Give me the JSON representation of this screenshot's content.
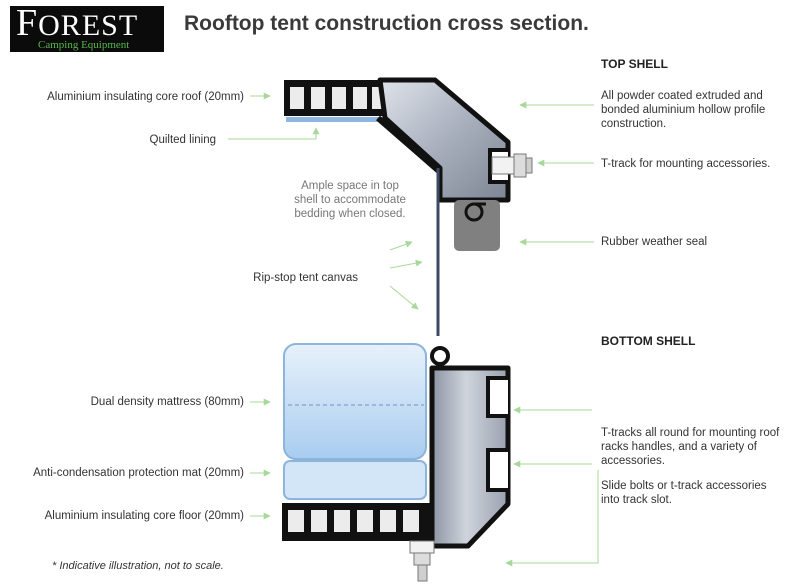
{
  "logo": {
    "main_big": "F",
    "main_rest": "OREST",
    "sub": "Camping Equipment"
  },
  "title": "Rooftop tent construction cross section.",
  "headings": {
    "top_shell": "TOP SHELL",
    "bottom_shell": "BOTTOM SHELL"
  },
  "labels": {
    "roof": "Aluminium insulating core roof (20mm)",
    "quilted": "Quilted lining",
    "ample": "Ample space in top shell to accommodate bedding when closed.",
    "canvas": "Rip-stop tent canvas",
    "mattress": "Dual density mattress (80mm)",
    "anticondensation": "Anti-condensation protection mat (20mm)",
    "floor": "Aluminium insulating core floor (20mm)",
    "powder": "All powder coated extruded and bonded aluminium hollow profile construction.",
    "ttrack": "T-track for mounting accessories.",
    "seal": "Rubber weather seal",
    "ttracks_round": "T-tracks all round for mounting roof racks handles, and a variety of accessories.",
    "slide": "Slide bolts or t-track accessories into track slot."
  },
  "footnote": "* Indicative illustration, not to scale.",
  "colors": {
    "arrow": "#a8d89a",
    "frame": "#111111",
    "metal": "#b4bac6",
    "mattress": "#bcd8f2",
    "seal": "#808080"
  }
}
